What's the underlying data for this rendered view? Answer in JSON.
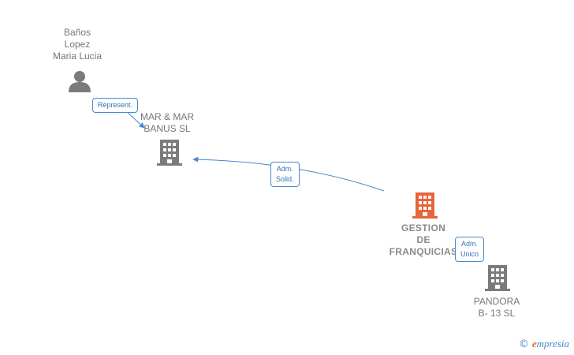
{
  "nodes": {
    "person": {
      "lines": [
        "Baños",
        "Lopez",
        "Maria Lucia"
      ]
    },
    "marmar": {
      "lines": [
        "MAR & MAR",
        "BANUS  SL"
      ]
    },
    "gestion": {
      "lines": [
        "GESTION",
        "DE",
        "FRANQUICIAS"
      ]
    },
    "pandora": {
      "lines": [
        "PANDORA",
        "B- 13  SL"
      ]
    }
  },
  "edges": {
    "represent": {
      "lines": [
        "Represent."
      ]
    },
    "adm_solid": {
      "lines": [
        "Adm.",
        "Solid."
      ]
    },
    "adm_unico": {
      "lines": [
        "Adm.",
        "Unico"
      ]
    }
  },
  "colors": {
    "edge": "#4a86d1",
    "building_grey": "#7b7b7b",
    "building_main": "#e8643a",
    "person_grey": "#7b7b7b"
  },
  "brand": {
    "copyright": "©",
    "name_initial": "e",
    "name_rest": "mpresia"
  }
}
